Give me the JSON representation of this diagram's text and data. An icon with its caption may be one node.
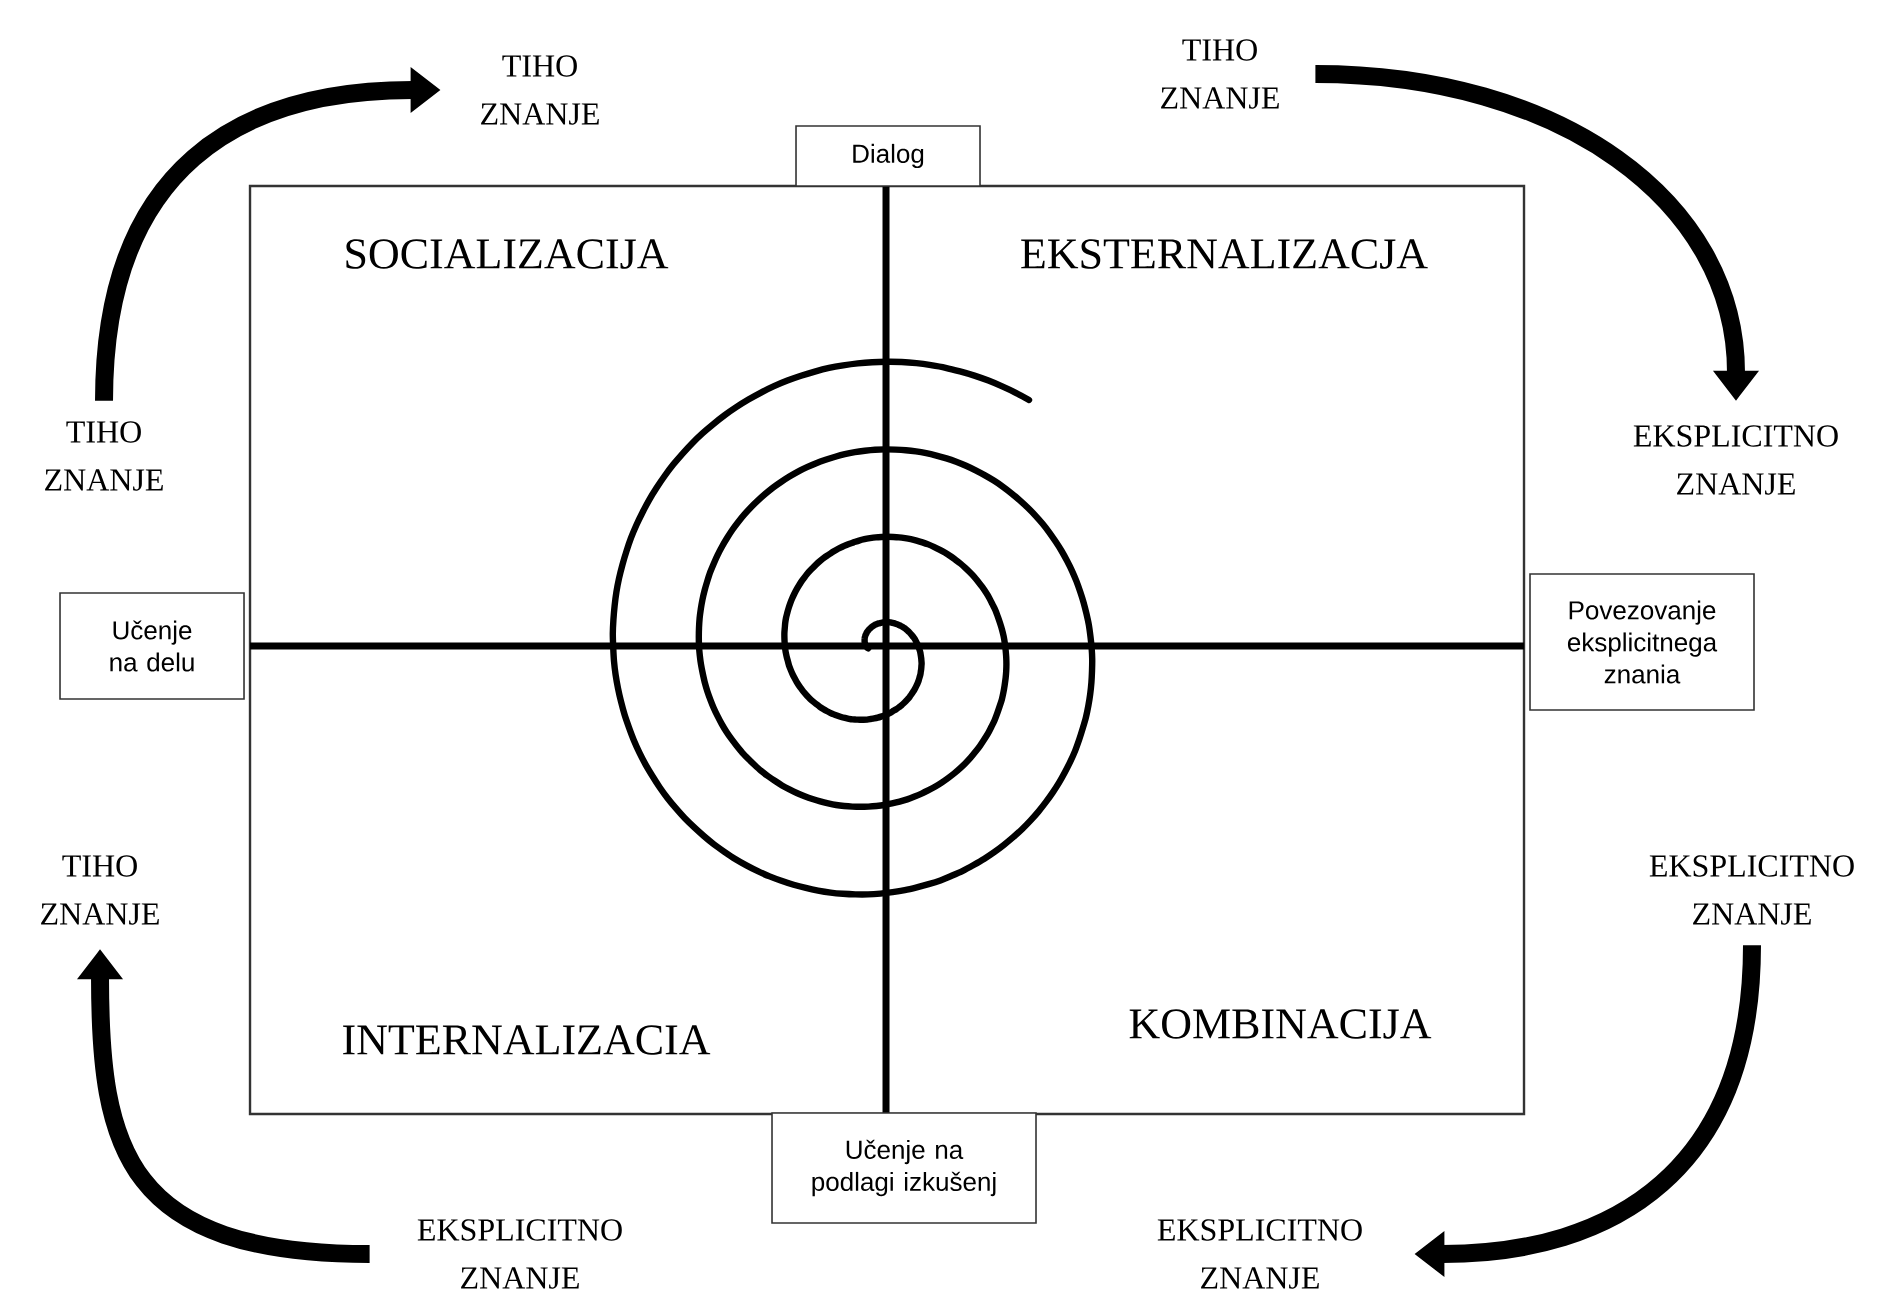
{
  "diagram": {
    "nodes": [
      {
        "text": [
          "TIHO ZNANJE"
        ]
      },
      {
        "text": [
          "TIHO ZNANJE"
        ]
      },
      {
        "text": [
          "Dialog"
        ]
      },
      {
        "text": [
          "TIHO ZNANJE"
        ]
      },
      {
        "text": [
          "EKSPLICITNO ZNANJE"
        ]
      },
      {
        "text": [
          "Učenje na delu"
        ]
      },
      {
        "text": [
          "Povezovanje eksplicitnega znania"
        ]
      },
      {
        "text": [
          "TIHO ZNANJE"
        ]
      },
      {
        "text": [
          "EKSPLICITNO ZNANJE"
        ]
      },
      {
        "text": [
          "Učenje na podlagi izkušenj"
        ]
      },
      {
        "text": [
          "EKSPLICITNO ZNANJE"
        ]
      },
      {
        "text": [
          "EKSPLICITNO ZNANJE"
        ]
      }
    ],
    "edges": [
      {
        "from": 3,
        "to": 0,
        "arrow": "to"
      },
      {
        "from": 1,
        "to": 4,
        "arrow": "to"
      },
      {
        "from": 8,
        "to": 11,
        "arrow": "to"
      },
      {
        "from": 10,
        "to": 7,
        "arrow": "to"
      }
    ],
    "labels": [
      "SOCIALIZACIJA",
      "EKSTERNALIZACJA",
      "INTERNALIZACIA",
      "KOMBINACIJA"
    ]
  }
}
